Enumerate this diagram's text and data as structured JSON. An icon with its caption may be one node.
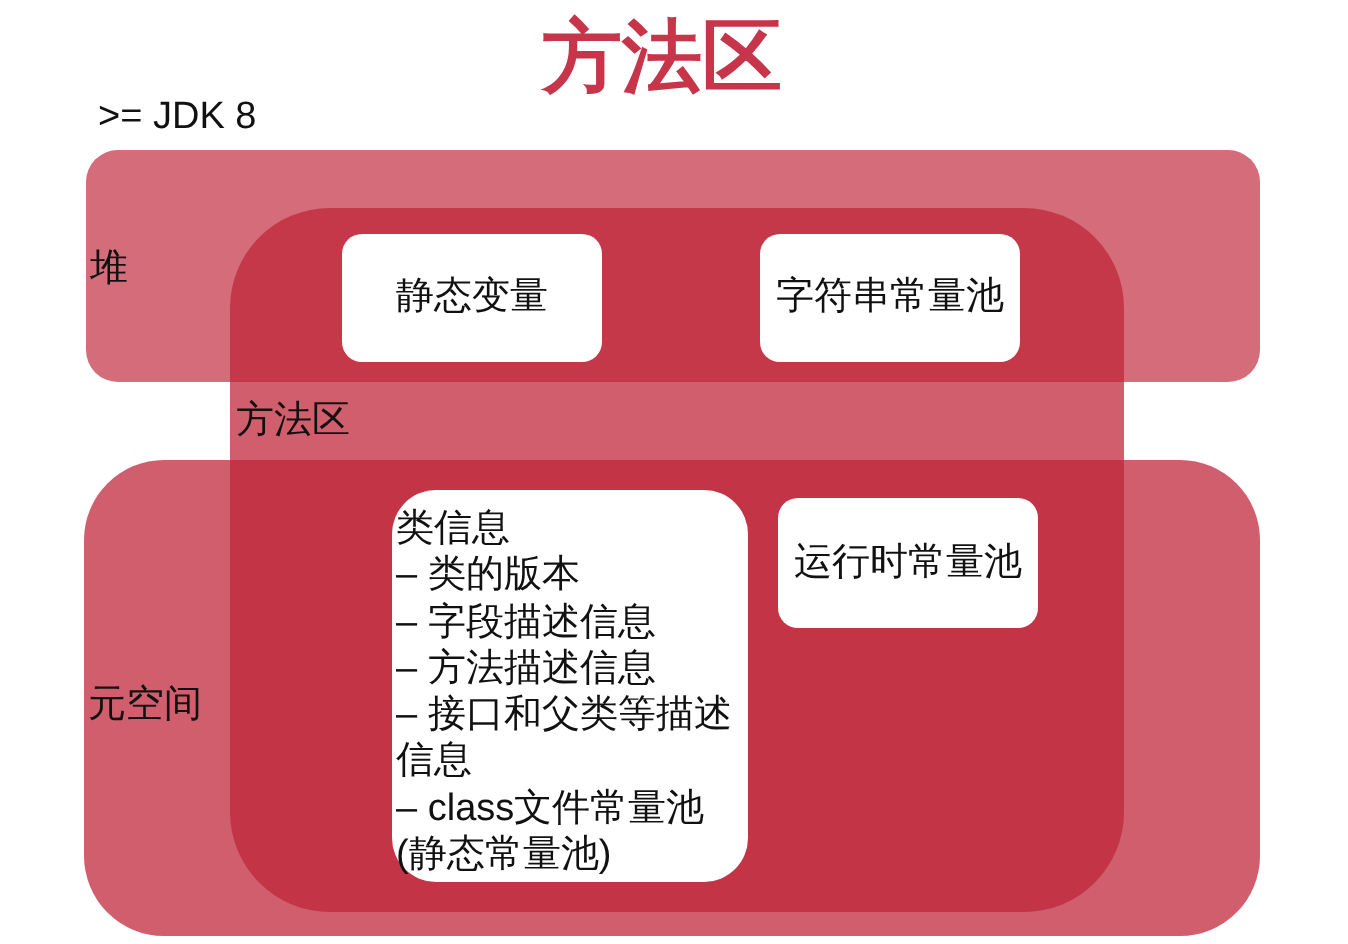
{
  "diagram": {
    "title": "方法区",
    "nodes": [
      {
        "text": [
          "堆"
        ]
      },
      {
        "text": [
          "元空间"
        ]
      },
      {
        "text": [
          "方法区"
        ]
      },
      {
        "text": [
          "静态变量"
        ]
      },
      {
        "text": [
          "字符串常量池"
        ]
      },
      {
        "text": [
          "类信息",
          "– 类的版本",
          "– 字段描述信息",
          "– 方法描述信息",
          "– 接口和父类等描述信息",
          "– class文件常量池(静态常量池)"
        ]
      },
      {
        "text": [
          "运行时常量池"
        ]
      }
    ],
    "labels": [
      ">= JDK 8"
    ]
  }
}
